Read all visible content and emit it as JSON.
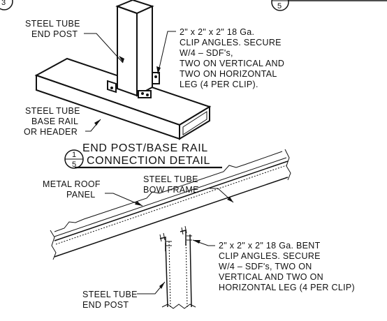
{
  "top_detail": {
    "corner_bubble_left": {
      "number": "3"
    },
    "corner_bubble_right": {
      "number": "5"
    },
    "end_post_label": [
      "STEEL TUBE",
      "END POST"
    ],
    "clip_note": [
      "2\" x 2\" x 2\" 18 Ga.",
      "CLIP ANGLES. SECURE",
      "W/4 – SDF's,",
      "TWO ON VERTICAL AND",
      "TWO ON HORIZONTAL",
      "LEG (4 PER CLIP)."
    ],
    "base_rail_label": [
      "STEEL TUBE",
      "BASE RAIL",
      "OR HEADER"
    ],
    "title": "END POST/BASE RAIL",
    "subtitle": "CONNECTION DETAIL",
    "detail_bubble": {
      "number": "1",
      "sheet": "5"
    }
  },
  "bottom_detail": {
    "roof_panel_label": [
      "METAL ROOF",
      "PANEL"
    ],
    "bow_frame_label": [
      "STEEL TUBE",
      "BOW FRAME"
    ],
    "clip_note": [
      "2\" x 2\" x 2\" 18 Ga. BENT",
      "CLIP ANGLES. SECURE",
      "W/4 – SDF's, TWO ON",
      "VERTICAL AND TWO ON",
      "HORIZONTAL LEG (4 PER CLIP)"
    ],
    "end_post_label": [
      "STEEL TUBE",
      "END POST"
    ]
  }
}
